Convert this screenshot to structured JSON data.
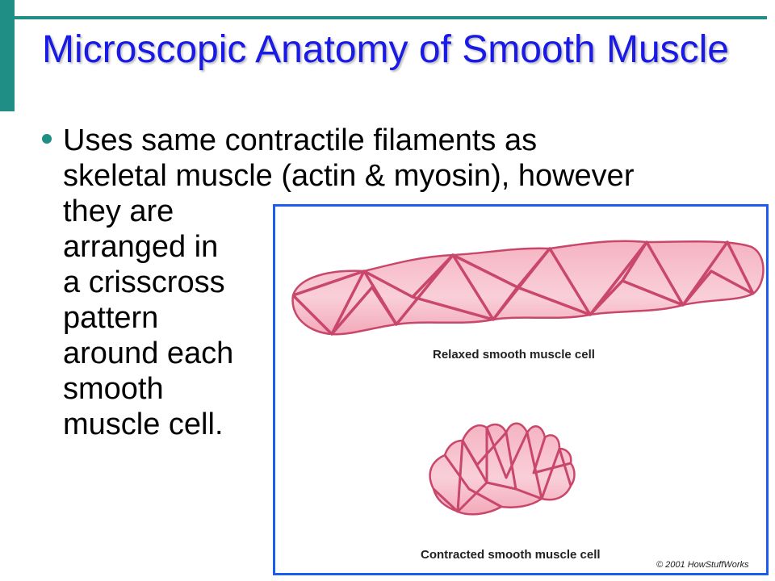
{
  "slide": {
    "title": "Microscopic Anatomy of Smooth Muscle",
    "bullet_lines": [
      "Uses same contractile filaments as",
      "skeletal muscle (actin & myosin), however",
      "they are",
      "arranged in",
      "a crisscross",
      "pattern",
      "around each",
      "smooth",
      "muscle cell."
    ]
  },
  "figure": {
    "relaxed_caption": "Relaxed smooth muscle cell",
    "contracted_caption": "Contracted smooth muscle cell",
    "copyright": "© 2001 HowStuffWorks",
    "colors": {
      "cell_fill": "#f2a6b6",
      "filament": "#c8476a",
      "border": "#1c5cf0"
    }
  }
}
